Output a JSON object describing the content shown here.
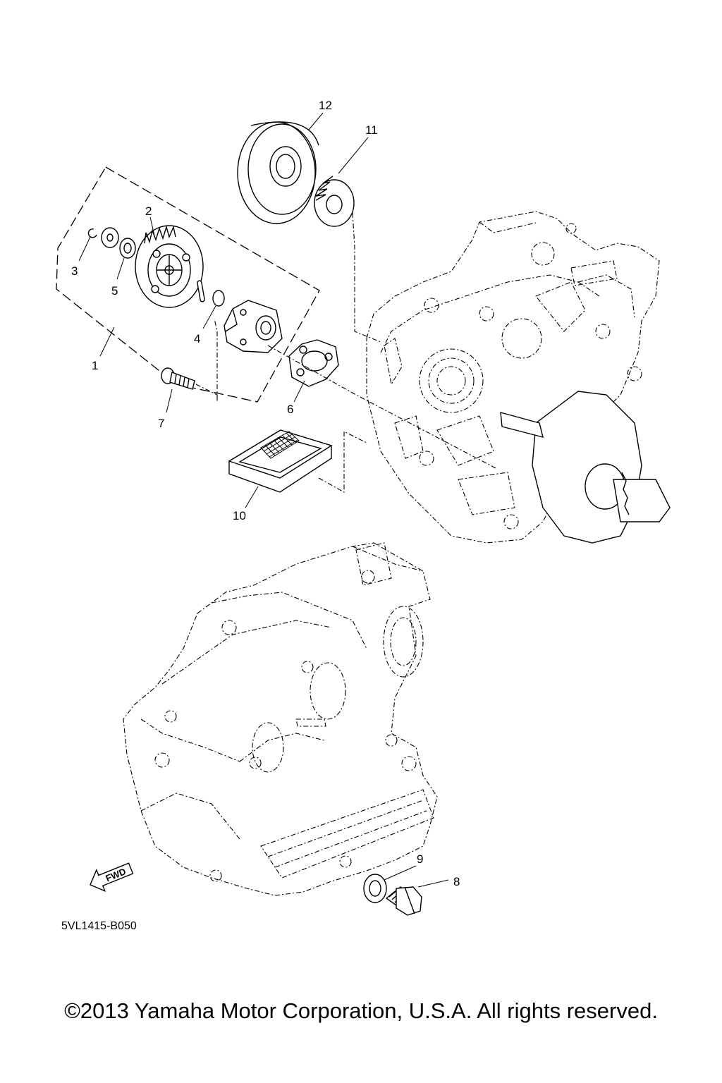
{
  "diagram": {
    "code": "5VL1415-B050",
    "fwd_label": "FWD",
    "copyright": "©2013 Yamaha Motor Corporation, U.S.A. All rights reserved.",
    "callouts": [
      "1",
      "2",
      "3",
      "4",
      "5",
      "6",
      "7",
      "8",
      "9",
      "10",
      "11",
      "12"
    ]
  }
}
